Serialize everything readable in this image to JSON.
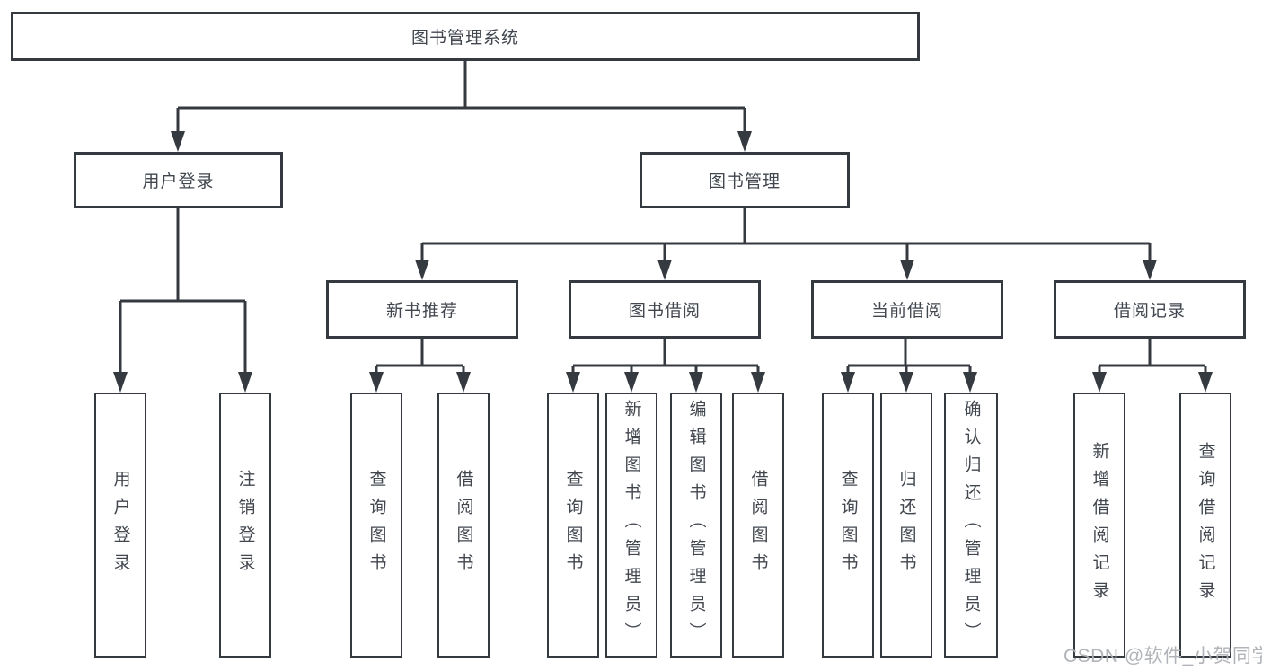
{
  "diagram": {
    "root": {
      "label": "图书管理系统",
      "children": [
        {
          "label": "用户登录",
          "children": [
            {
              "label": "用户登录"
            },
            {
              "label": "注销登录"
            }
          ]
        },
        {
          "label": "图书管理",
          "children": [
            {
              "label": "新书推荐",
              "children": [
                {
                  "label": "查询图书"
                },
                {
                  "label": "借阅图书"
                }
              ]
            },
            {
              "label": "图书借阅",
              "children": [
                {
                  "label": "查询图书"
                },
                {
                  "label": "新增图书（管理员）"
                },
                {
                  "label": "编辑图书（管理员）"
                },
                {
                  "label": "借阅图书"
                }
              ]
            },
            {
              "label": "当前借阅",
              "children": [
                {
                  "label": "查询图书"
                },
                {
                  "label": "归还图书"
                },
                {
                  "label": "确认归还（管理员）"
                }
              ]
            },
            {
              "label": "借阅记录",
              "children": [
                {
                  "label": "新增借阅记录"
                },
                {
                  "label": "查询借阅记录"
                }
              ]
            }
          ]
        }
      ]
    },
    "watermark": "CSDN @软件_小贺同学",
    "colors": {
      "line": "#353a41",
      "box_border": "#353a41",
      "text": "#42474f",
      "watermark": "#adb0b4",
      "background": "#ffffff"
    }
  }
}
